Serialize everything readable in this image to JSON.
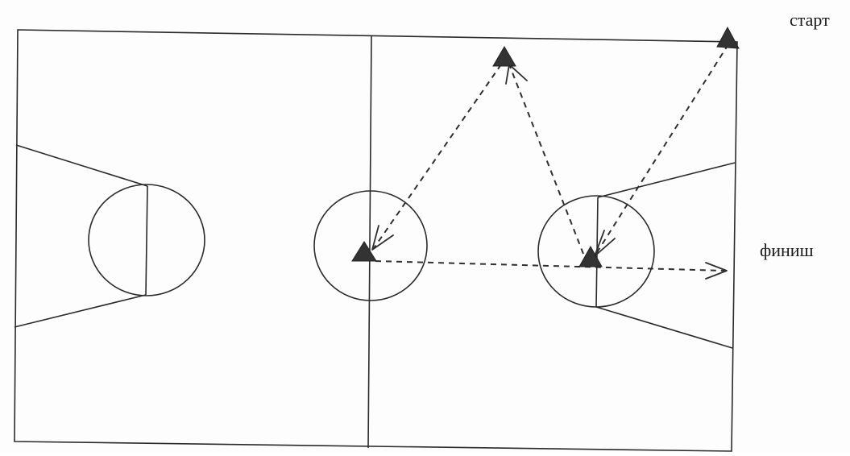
{
  "labels": {
    "start": "старт",
    "finish": "финиш"
  },
  "colors": {
    "lines": "#2a2a2a",
    "cones": "#333333",
    "background": "#fdfdfd"
  },
  "diagram": {
    "object": "basketball-court",
    "markers": [
      "cone-start",
      "cone-top",
      "cone-right-key",
      "cone-center"
    ],
    "route_order": [
      "cone-start",
      "cone-right-key",
      "cone-top",
      "cone-center",
      "finish"
    ]
  }
}
